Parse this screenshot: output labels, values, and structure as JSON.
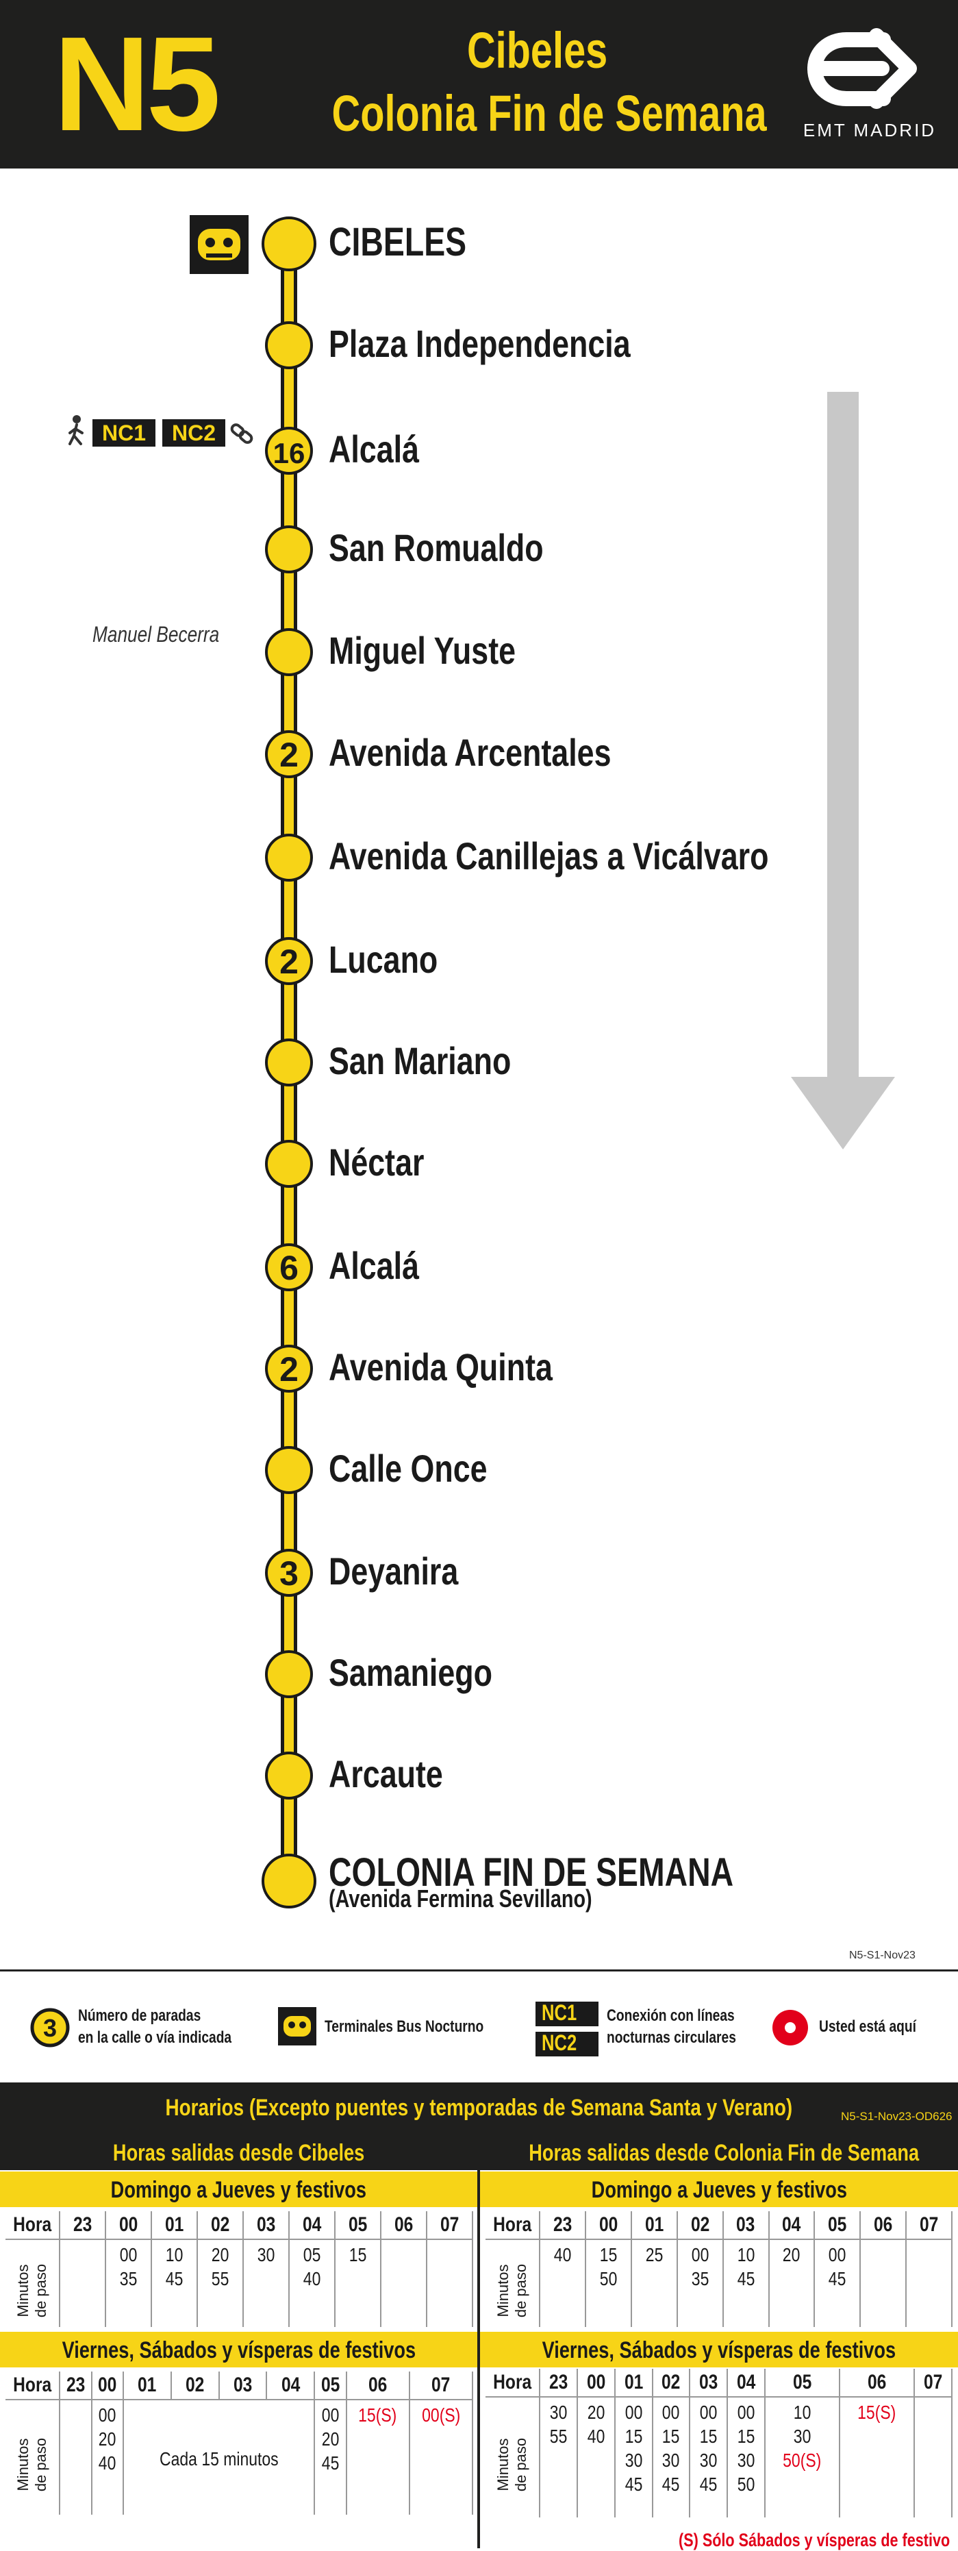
{
  "header": {
    "line_number": "N5",
    "origin": "Cibeles",
    "destination": "Colonia Fin de Semana",
    "operator": "EMT MADRID"
  },
  "colors": {
    "accent": "#f7d417",
    "dark": "#1f1f1e",
    "alert_red": "#e2001a",
    "arrow_gray": "#c8c8c8"
  },
  "stops": [
    {
      "name": "CIBELES",
      "count": "",
      "terminal": true,
      "caps": true
    },
    {
      "name": "Plaza Independencia",
      "count": ""
    },
    {
      "name": "Alcalá",
      "count": "16"
    },
    {
      "name": "San Romualdo",
      "count": ""
    },
    {
      "name": "Miguel Yuste",
      "count": ""
    },
    {
      "name": "Avenida Arcentales",
      "count": "2"
    },
    {
      "name": "Avenida Canillejas a Vicálvaro",
      "count": ""
    },
    {
      "name": "Lucano",
      "count": "2"
    },
    {
      "name": "San Mariano",
      "count": ""
    },
    {
      "name": "Néctar",
      "count": ""
    },
    {
      "name": "Alcalá",
      "count": "6"
    },
    {
      "name": "Avenida Quinta",
      "count": "2"
    },
    {
      "name": "Calle Once",
      "count": ""
    },
    {
      "name": "Deyanira",
      "count": "3"
    },
    {
      "name": "Samaniego",
      "count": ""
    },
    {
      "name": "Arcaute",
      "count": ""
    },
    {
      "name": "COLONIA FIN DE SEMANA",
      "count": "",
      "caps": true
    }
  ],
  "last_stop_sub": "(Avenida Fermina Sevillano)",
  "connection": {
    "lines": [
      "NC1",
      "NC2"
    ],
    "place": "Manuel Becerra"
  },
  "serial": "N5-S1-Nov23",
  "legend": {
    "stops_count_num": "3",
    "stops_count_text1": "Número de paradas",
    "stops_count_text2": "en la calle o vía indicada",
    "terminals_text": "Terminales Bus Nocturno",
    "nc1": "NC1",
    "nc2": "NC2",
    "conn_text1": "Conexión con líneas",
    "conn_text2": "nocturnas circulares",
    "you_are_here": "Usted está aquí"
  },
  "schedule": {
    "title": "Horarios (Excepto puentes y temporadas de Semana Santa y Verano)",
    "code": "N5-S1-Nov23-OD626",
    "left_header": "Horas salidas desde Cibeles",
    "right_header": "Horas salidas desde Colonia Fin de Semana",
    "period1": "Domingo a Jueves y festivos",
    "period2": "Viernes, Sábados y vísperas de festivos",
    "hour_label": "Hora",
    "minutes_label1": "Minutos",
    "minutes_label2": "de paso",
    "hours": [
      "23",
      "00",
      "01",
      "02",
      "03",
      "04",
      "05",
      "06",
      "07"
    ],
    "left_p1": [
      [],
      [
        "00",
        "35"
      ],
      [
        "10",
        "45"
      ],
      [
        "20",
        "55"
      ],
      [
        "30"
      ],
      [
        "05",
        "40"
      ],
      [
        "15"
      ],
      [],
      []
    ],
    "right_p1": [
      [
        "40"
      ],
      [
        "15",
        "50"
      ],
      [
        "25"
      ],
      [
        "00",
        "35"
      ],
      [
        "10",
        "45"
      ],
      [
        "20"
      ],
      [
        "00",
        "45"
      ],
      [],
      []
    ],
    "left_p2": [
      [],
      [
        "00",
        "20",
        "40"
      ],
      [],
      [],
      [],
      [],
      [
        "00",
        "20",
        "45"
      ],
      [
        "15(S)"
      ],
      [
        "00(S)"
      ]
    ],
    "left_p2_every": "Cada 15 minutos",
    "right_p2": [
      [
        "30",
        "55"
      ],
      [
        "20",
        "40"
      ],
      [
        "00",
        "15",
        "30",
        "45"
      ],
      [
        "00",
        "15",
        "30",
        "45"
      ],
      [
        "00",
        "15",
        "30",
        "45"
      ],
      [
        "00",
        "15",
        "30",
        "50"
      ],
      [
        "10",
        "30",
        "50(S)"
      ],
      [
        "15(S)"
      ],
      []
    ],
    "footnote": "(S) Sólo Sábados y vísperas de festivo"
  }
}
